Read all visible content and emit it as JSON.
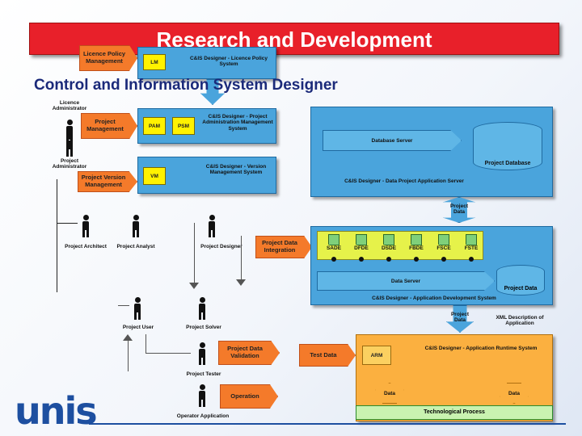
{
  "title": "Research and Development",
  "subtitle": "Control and Information System Designer",
  "licence": {
    "arrow": "Licence Policy Management",
    "module": "LM",
    "system": "C&IS Designer - Licence Policy System",
    "admin": "Licence Administrator"
  },
  "project_admin": {
    "arrow_pm": "Project Management",
    "arrow_vm": "Project Version Management",
    "module_pam": "PAM",
    "module_psm": "PSM",
    "module_vm": "VM",
    "system": "C&IS Designer - Project Administration Management System",
    "version_system": "C&IS Designer - Version Management System",
    "admin": "Project Administrator"
  },
  "server": {
    "database_server": "Database Server",
    "project_database": "Project Database",
    "app_server": "C&IS Designer - Data Project Application Server",
    "project_data": "Project Data"
  },
  "people": {
    "architect": "Project Architect",
    "analyst": "Project Analyst",
    "designer": "Project Designer",
    "user": "Project User",
    "solver": "Project Solver",
    "tester": "Project Tester",
    "operator": "Operator Application"
  },
  "app_dev": {
    "integration_arrow": "Project Data Integration",
    "modules": [
      "SADE",
      "DFDE",
      "DSDE",
      "FBDE",
      "FSCE",
      "FSTE"
    ],
    "data_server": "Data Server",
    "project_data_db": "Project Data",
    "system": "C&IS Designer - Application Development System",
    "project_data_out": "Project Data",
    "xml": "XML Description of Application"
  },
  "runtime": {
    "validation_arrow": "Project Data Validation",
    "test_data_arrow": "Test Data",
    "arm": "ARM",
    "system": "C&IS Designer - Application Runtime System",
    "operation_arrow": "Operation",
    "data_left": "Data",
    "data_right": "Data",
    "tech_process": "Technological Process"
  },
  "logo": "unis",
  "colors": {
    "title_bg": "#e8202a",
    "blue_box": "#4aa4dc",
    "orange_arrow": "#f47a2a",
    "runtime_bg": "#fbb040",
    "module_yellow": "#fff200",
    "module_green": "#7fd07a",
    "logo_blue": "#1d4fa0"
  }
}
